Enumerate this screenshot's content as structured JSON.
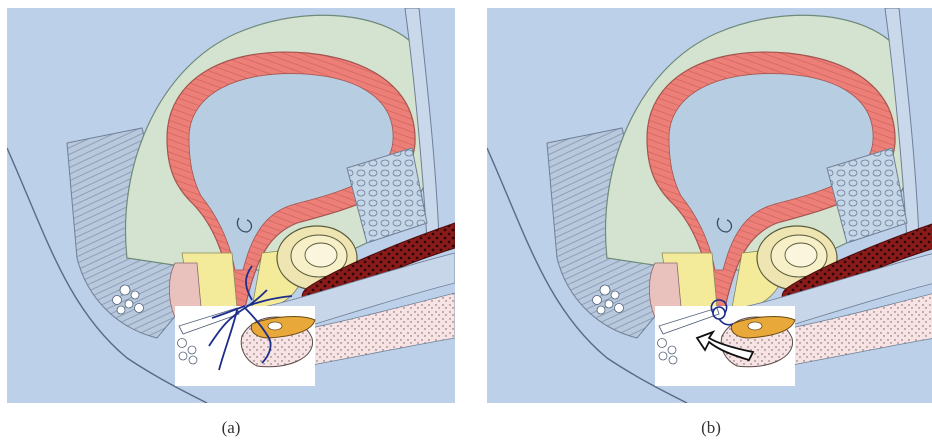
{
  "panels": [
    {
      "id": "a",
      "label": "(a)"
    },
    {
      "id": "b",
      "label": "(b)"
    }
  ],
  "colors": {
    "background": "#bcd0e9",
    "bladder_wall": "#ec8079",
    "bladder_lumen": "#b7cde2",
    "peritoneal_fat": "#d3e3cf",
    "yellow_tissue": "#f3ea9a",
    "dark_red_muscle": "#8b1a1a",
    "orange_lumen": "#e9a93a",
    "white_inset": "#ffffff",
    "suture_blue": "#1d2d8a",
    "outline": "#4a5670"
  }
}
